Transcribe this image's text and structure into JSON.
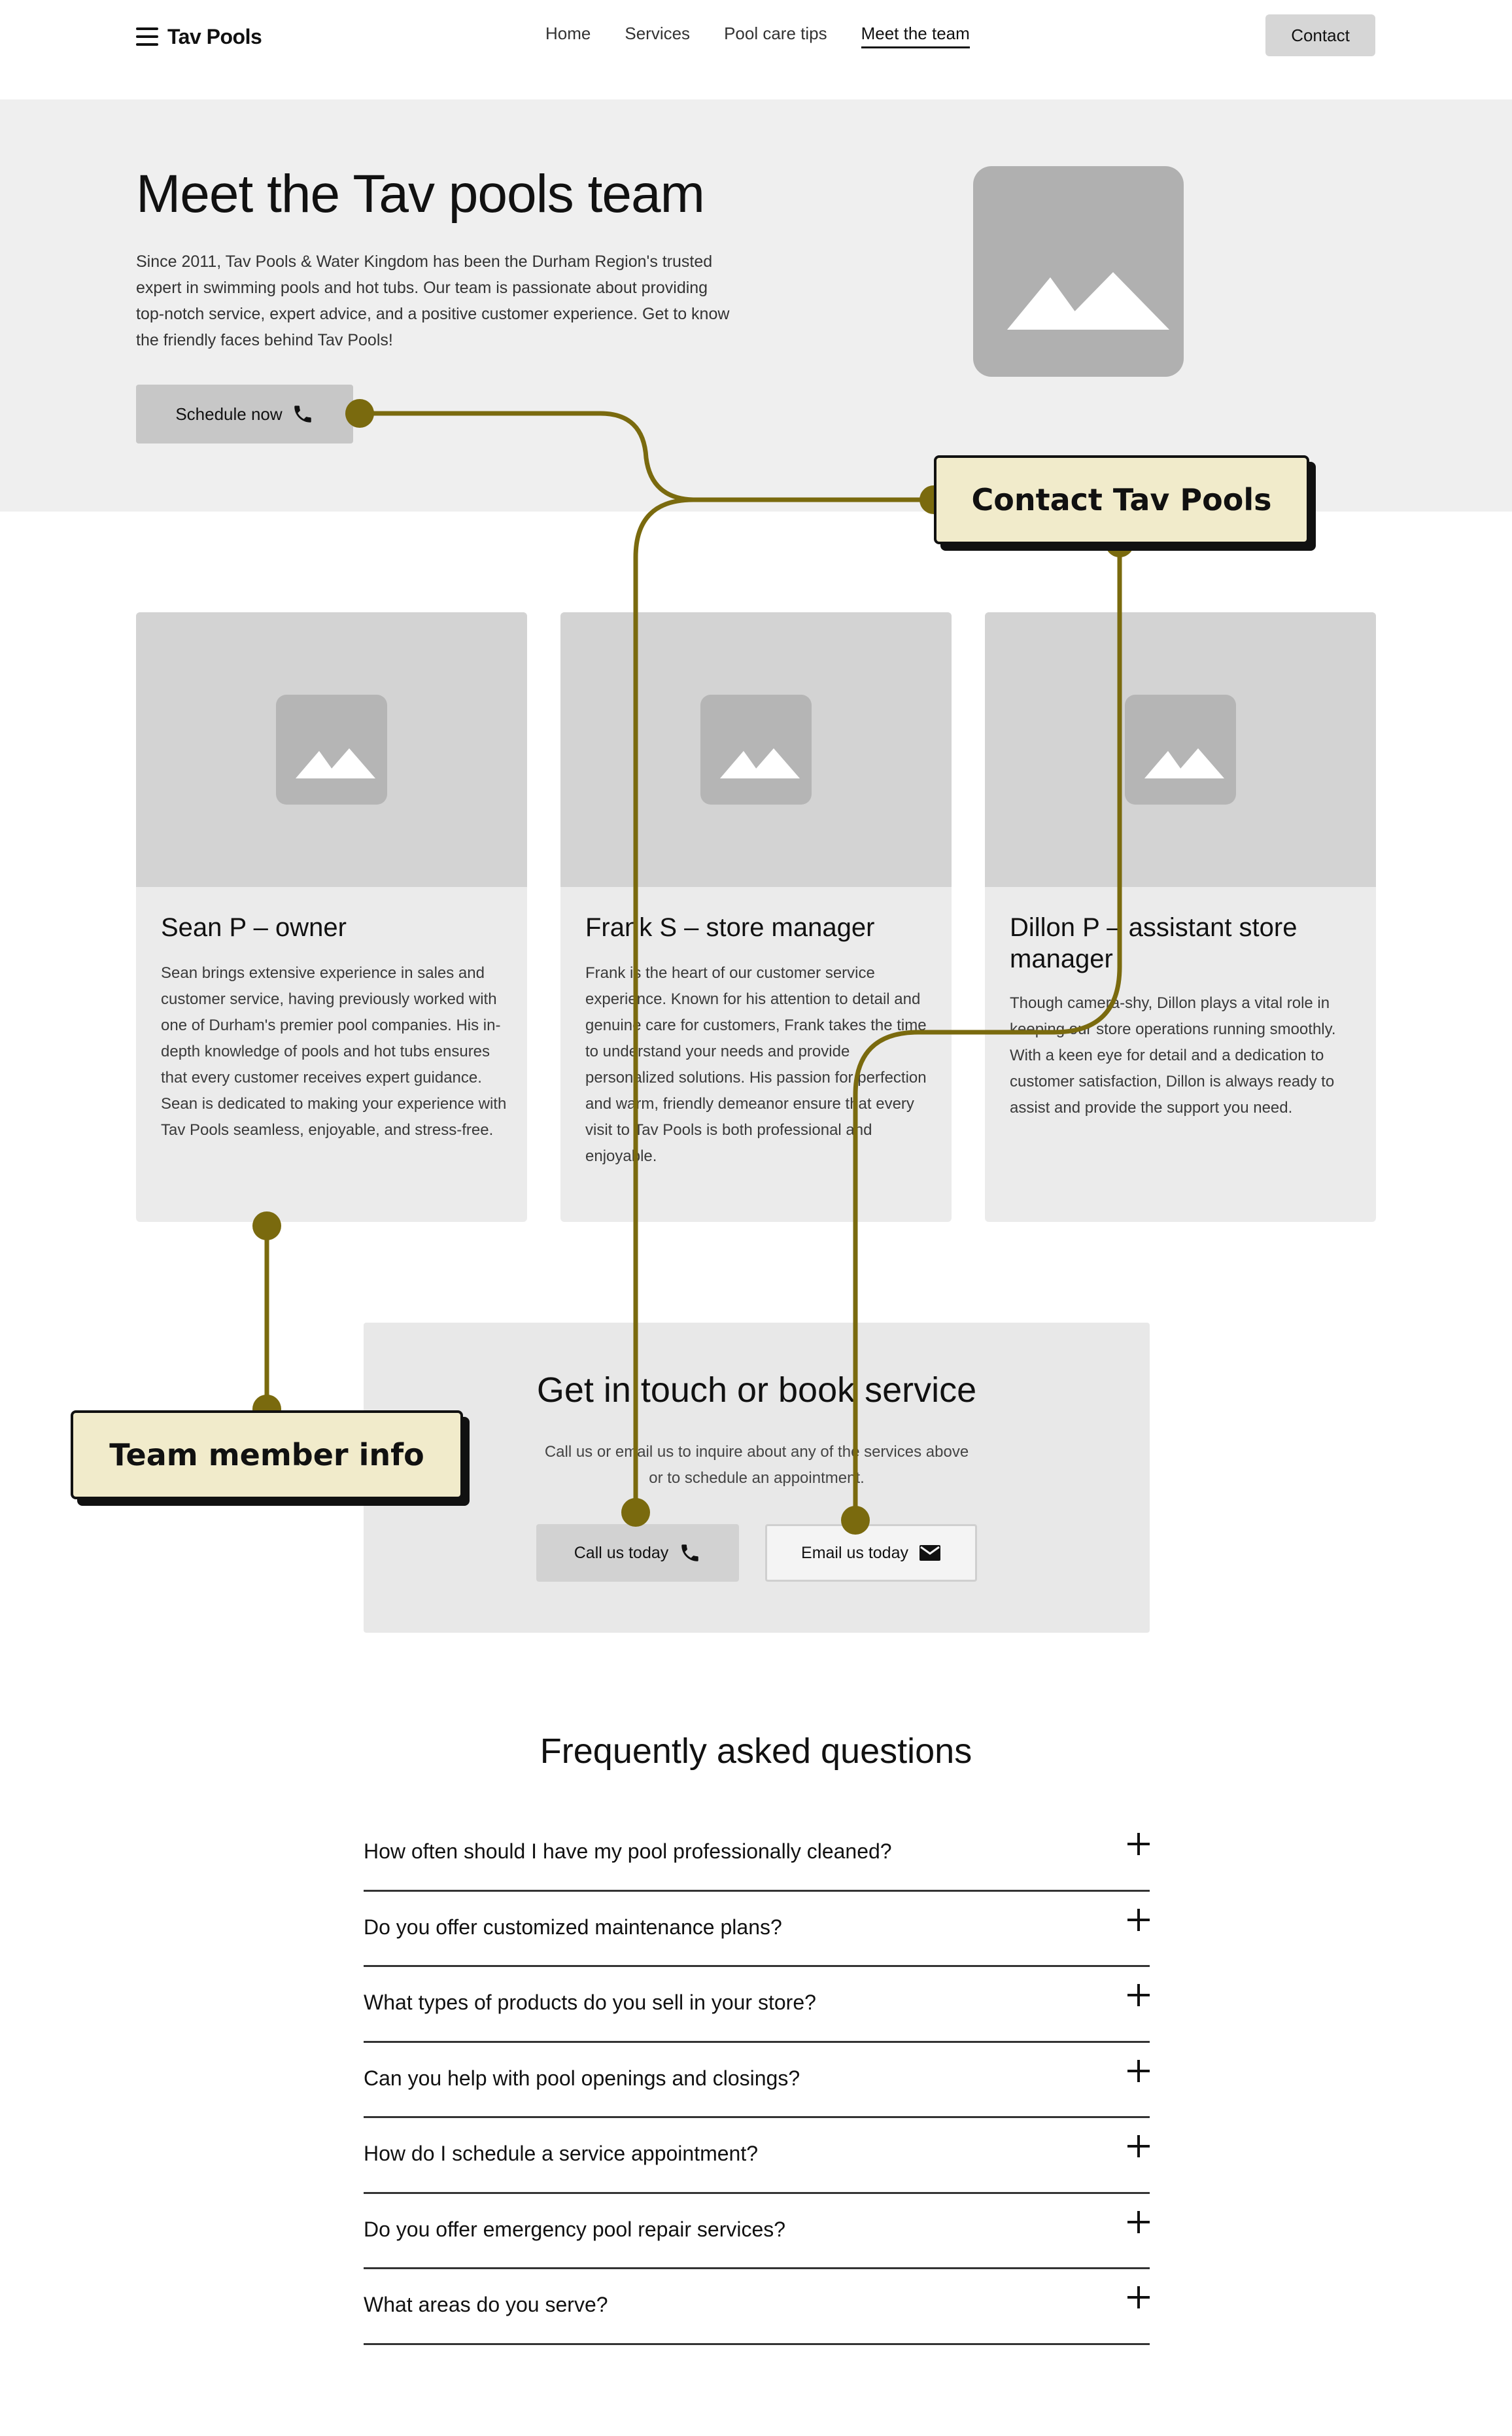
{
  "header": {
    "logo": "Tav Pools",
    "nav": [
      "Home",
      "Services",
      "Pool care tips",
      "Meet the team"
    ],
    "contact_label": "Contact"
  },
  "hero": {
    "title": "Meet the Tav pools team",
    "description": "Since 2011, Tav Pools & Water Kingdom has been the Durham Region's trusted expert in swimming pools and hot tubs. Our team is passionate about providing top-notch service, expert advice, and a positive customer experience. Get to know the friendly faces behind Tav Pools!",
    "schedule_label": "Schedule now"
  },
  "team": [
    {
      "name": "Sean P – owner",
      "bio": "Sean brings extensive experience in sales and customer service, having previously worked with one of Durham's premier pool companies. His in-depth knowledge of pools and hot tubs ensures that every customer receives expert guidance. Sean is dedicated to making your experience with Tav Pools seamless, enjoyable, and stress-free."
    },
    {
      "name": "Frank S – store manager",
      "bio": "Frank is the heart of our customer service experience. Known for his attention to detail and genuine care for customers, Frank takes the time to understand your needs and provide personalized solutions. His passion for perfection and warm, friendly demeanor ensure that every visit to Tav Pools is both professional and enjoyable."
    },
    {
      "name": "Dillon P – assistant store manager",
      "bio": "Though camera-shy, Dillon plays a vital role in keeping our store operations running smoothly. With a keen eye for detail and a dedication to customer satisfaction, Dillon is always ready to assist and provide the support you need."
    }
  ],
  "contact": {
    "title": "Get in touch or book service",
    "text": "Call us or email us to inquire about any of the services above or to schedule an appointment.",
    "call_label": "Call us today",
    "email_label": "Email us today"
  },
  "faq": {
    "title": "Frequently asked questions",
    "items": [
      "How often should I have my pool professionally cleaned?",
      "Do you offer customized maintenance plans?",
      "What types of products do you sell in your store?",
      "Can you help with pool openings and closings?",
      "How do I schedule a service appointment?",
      "Do you offer emergency pool repair services?",
      "What areas do you serve?"
    ]
  },
  "annotations": {
    "contact_note": "Contact Tav Pools",
    "team_note": "Team member info",
    "accent_color": "#7a6a0e",
    "note_bg": "#f1ebcb"
  },
  "icons": {
    "menu": "menu-icon",
    "phone": "phone-icon",
    "mail": "mail-icon",
    "image": "image-placeholder-icon",
    "expand": "plus-icon"
  }
}
